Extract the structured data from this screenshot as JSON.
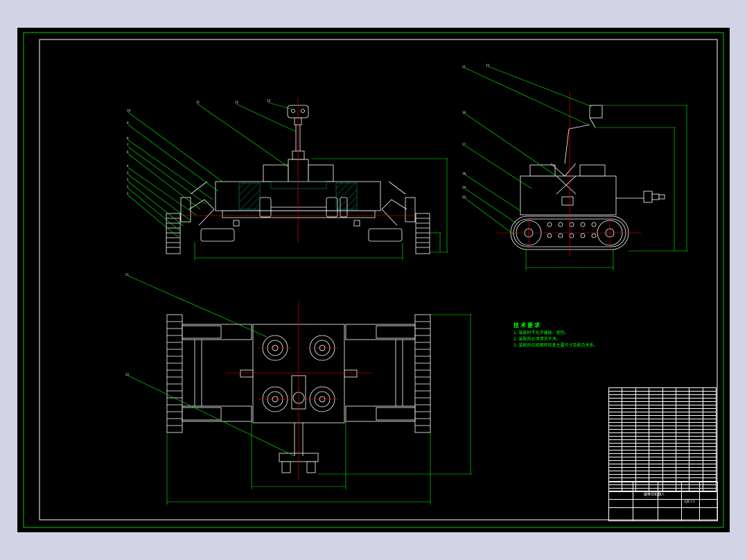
{
  "colors": {
    "background": "#d3d3e6",
    "sheet": "#000000",
    "outline": "#ffffff",
    "dimension": "#00ff00",
    "centerline": "#ff0000",
    "hatch": "#00aa88"
  },
  "balloons_front": [
    "10",
    "9",
    "8",
    "7",
    "6",
    "4",
    "3",
    "5",
    "1",
    "2",
    "11",
    "12",
    "13"
  ],
  "balloons_side": [
    "11",
    "15",
    "16",
    "17",
    "18",
    "19",
    "20"
  ],
  "balloons_top": [
    "21",
    "22"
  ],
  "notes": {
    "title": "技术要求",
    "lines": [
      "1. 装配时不允许磕碰、划伤。",
      "2. 装配前必须清洗干净。",
      "3. 装配后应按图样检查主要尺寸及配合关系。"
    ]
  },
  "title_block": {
    "drawing_name": "履带式机器人",
    "scale_label": "比例",
    "scale": "1:5"
  }
}
